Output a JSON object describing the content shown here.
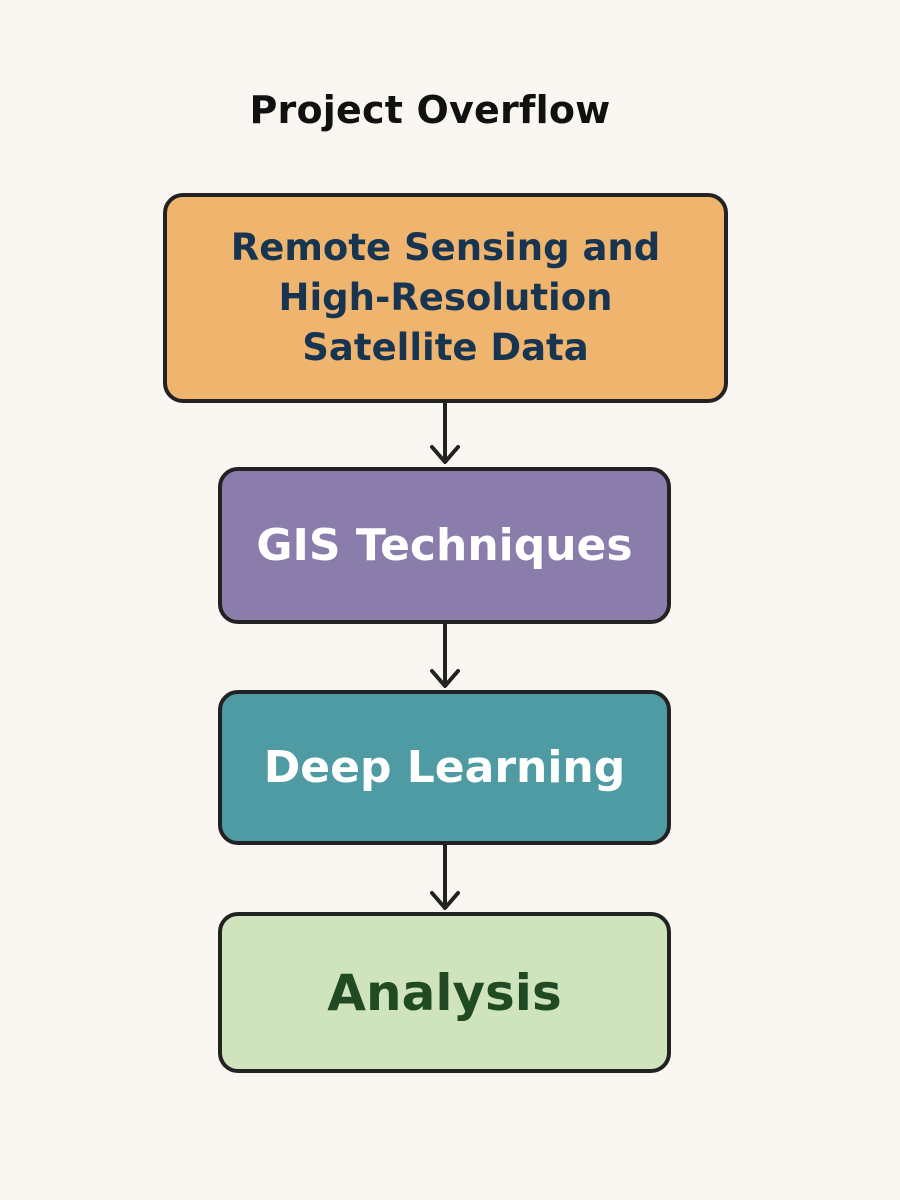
{
  "title": "Project Overflow",
  "steps": [
    {
      "label": "Remote Sensing and\nHigh-Resolution\nSatellite Data",
      "fill": "#efb56e",
      "text_color": "#173450"
    },
    {
      "label": "GIS Techniques",
      "fill": "#8a7dab",
      "text_color": "#ffffff"
    },
    {
      "label": "Deep Learning",
      "fill": "#4e9ba3",
      "text_color": "#ffffff"
    },
    {
      "label": "Analysis",
      "fill": "#cfe4bd",
      "text_color": "#1f4a22"
    }
  ],
  "colors": {
    "background": "#faf7f2",
    "border": "#222222",
    "arrow": "#222222"
  }
}
